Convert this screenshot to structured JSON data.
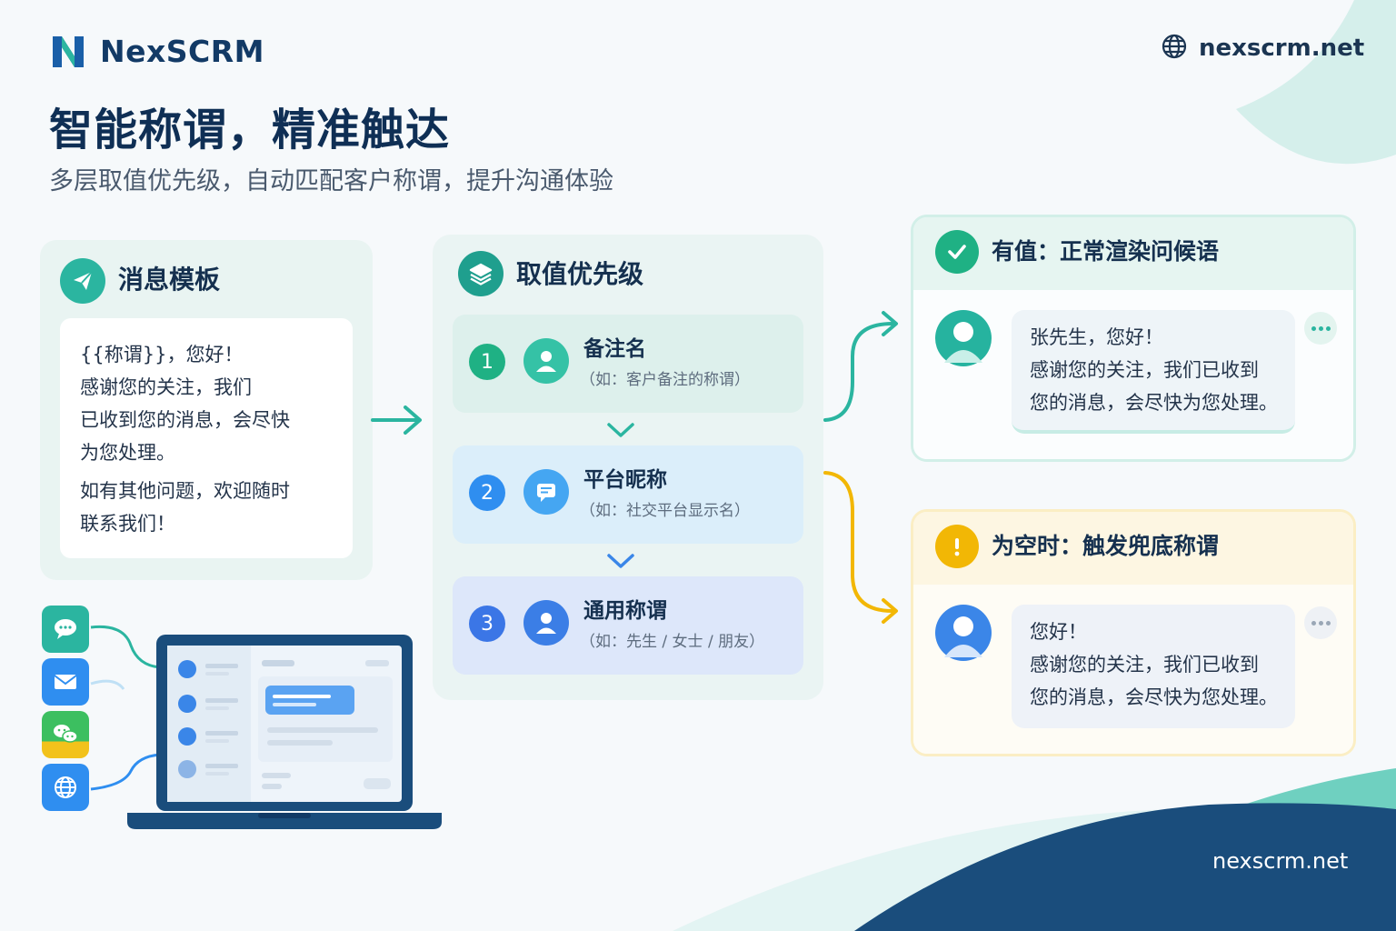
{
  "brand": {
    "name": "NexSCRM",
    "site": "nexscrm.net"
  },
  "header": {
    "title": "智能称谓，精准触达",
    "subtitle": "多层取值优先级，自动匹配客户称谓，提升沟通体验"
  },
  "template_panel": {
    "title": "消息模板",
    "icon": "send-icon",
    "lines": [
      "{{称谓}}，您好！",
      "感谢您的关注，我们",
      "已收到您的消息，会尽快",
      "为您处理。",
      "如有其他问题，欢迎随时",
      "联系我们！"
    ]
  },
  "priority_panel": {
    "title": "取值优先级",
    "icon": "layers-icon",
    "items": [
      {
        "number": "1",
        "title": "备注名",
        "hint": "（如：客户备注的称谓）",
        "icon": "user-icon"
      },
      {
        "number": "2",
        "title": "平台昵称",
        "hint": "（如：社交平台显示名）",
        "icon": "chat-icon"
      },
      {
        "number": "3",
        "title": "通用称谓",
        "hint": "（如：先生 / 女士 / 朋友）",
        "icon": "user-icon"
      }
    ]
  },
  "result_has_value": {
    "title": "有值：正常渲染问候语",
    "icon": "check-icon",
    "color": "#1fb184",
    "lines": [
      "张先生，您好！",
      "感谢您的关注，我们已收到",
      "您的消息，会尽快为您处理。"
    ]
  },
  "result_empty": {
    "title": "为空时：触发兜底称谓",
    "icon": "warning-icon",
    "color": "#f2b705",
    "lines": [
      "您好！",
      "感谢您的关注，我们已收到",
      "您的消息，会尽快为您处理。"
    ]
  },
  "channels": [
    "chat-icon",
    "mail-icon",
    "wechat-icon",
    "globe-icon"
  ],
  "colors": {
    "primary": "#123a66",
    "teal": "#2bb5a0",
    "blue": "#3a86e8",
    "yellow": "#f2b705",
    "navy": "#1a4d7c"
  }
}
